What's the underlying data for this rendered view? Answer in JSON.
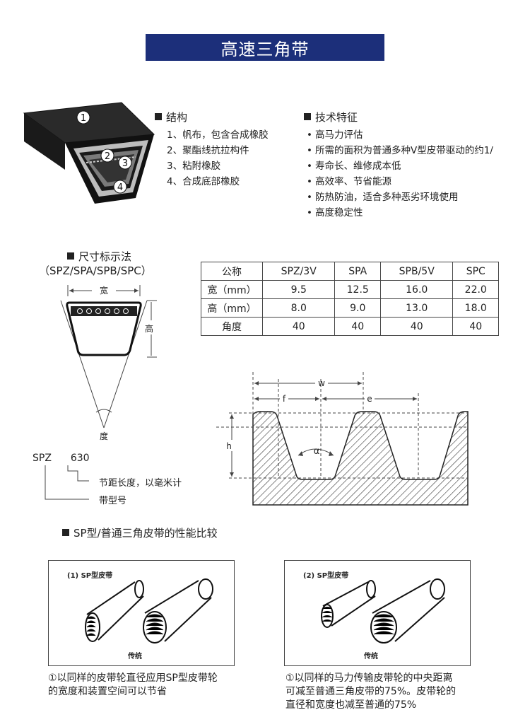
{
  "title": "高速三角带",
  "structure": {
    "heading": "结构",
    "items": [
      "1、帆布，包含合成橡胶",
      "2、聚酯线抗拉构件",
      "3、粘附橡胶",
      "4、合成底部橡胶"
    ],
    "markers": [
      "1",
      "2",
      "3",
      "4"
    ]
  },
  "features": {
    "heading": "技术特征",
    "items": [
      "高马力评估",
      "所需的面积为普通多种V型皮带驱动的约1/",
      "寿命长、维修成本低",
      "高效率、节省能源",
      "防热防油，适合多种恶劣环境使用",
      "高度稳定性"
    ]
  },
  "dimension": {
    "heading": "尺寸标示法",
    "subheading": "（SPZ/SPA/SPB/SPC）",
    "width_label": "宽",
    "height_label": "高",
    "angle_label": "度"
  },
  "spec_table": {
    "headers": [
      "公称",
      "SPZ/3V",
      "SPA",
      "SPB/5V",
      "SPC"
    ],
    "rows": [
      [
        "宽（mm）",
        "9.5",
        "12.5",
        "16.0",
        "22.0"
      ],
      [
        "高（mm）",
        "8.0",
        "9.0",
        "13.0",
        "18.0"
      ],
      [
        "角度",
        "40",
        "40",
        "40",
        "40"
      ]
    ]
  },
  "code": {
    "type": "SPZ",
    "length": "630",
    "length_desc": "节距长度，以毫米计",
    "type_desc": "带型号"
  },
  "groove": {
    "w": "w",
    "f": "f",
    "e": "e",
    "h": "h",
    "alpha": "α"
  },
  "comparison": {
    "heading": "SP型/普通三角皮带的性能比较",
    "panel1": {
      "label": "(1) SP型皮带",
      "bottom": "传统",
      "caption": [
        "①以同样的皮带轮直径应用SP型皮带轮",
        "的宽度和装置空间可以节省"
      ]
    },
    "panel2": {
      "label": "(2) SP型皮带",
      "bottom": "传统",
      "caption": [
        "①以同样的马力传输皮带轮的中央距离",
        "可减至普通三角皮带的75%。皮带轮的",
        "直径和宽度也减至普通的75%"
      ]
    }
  },
  "colors": {
    "banner": "#1c2f7a"
  }
}
